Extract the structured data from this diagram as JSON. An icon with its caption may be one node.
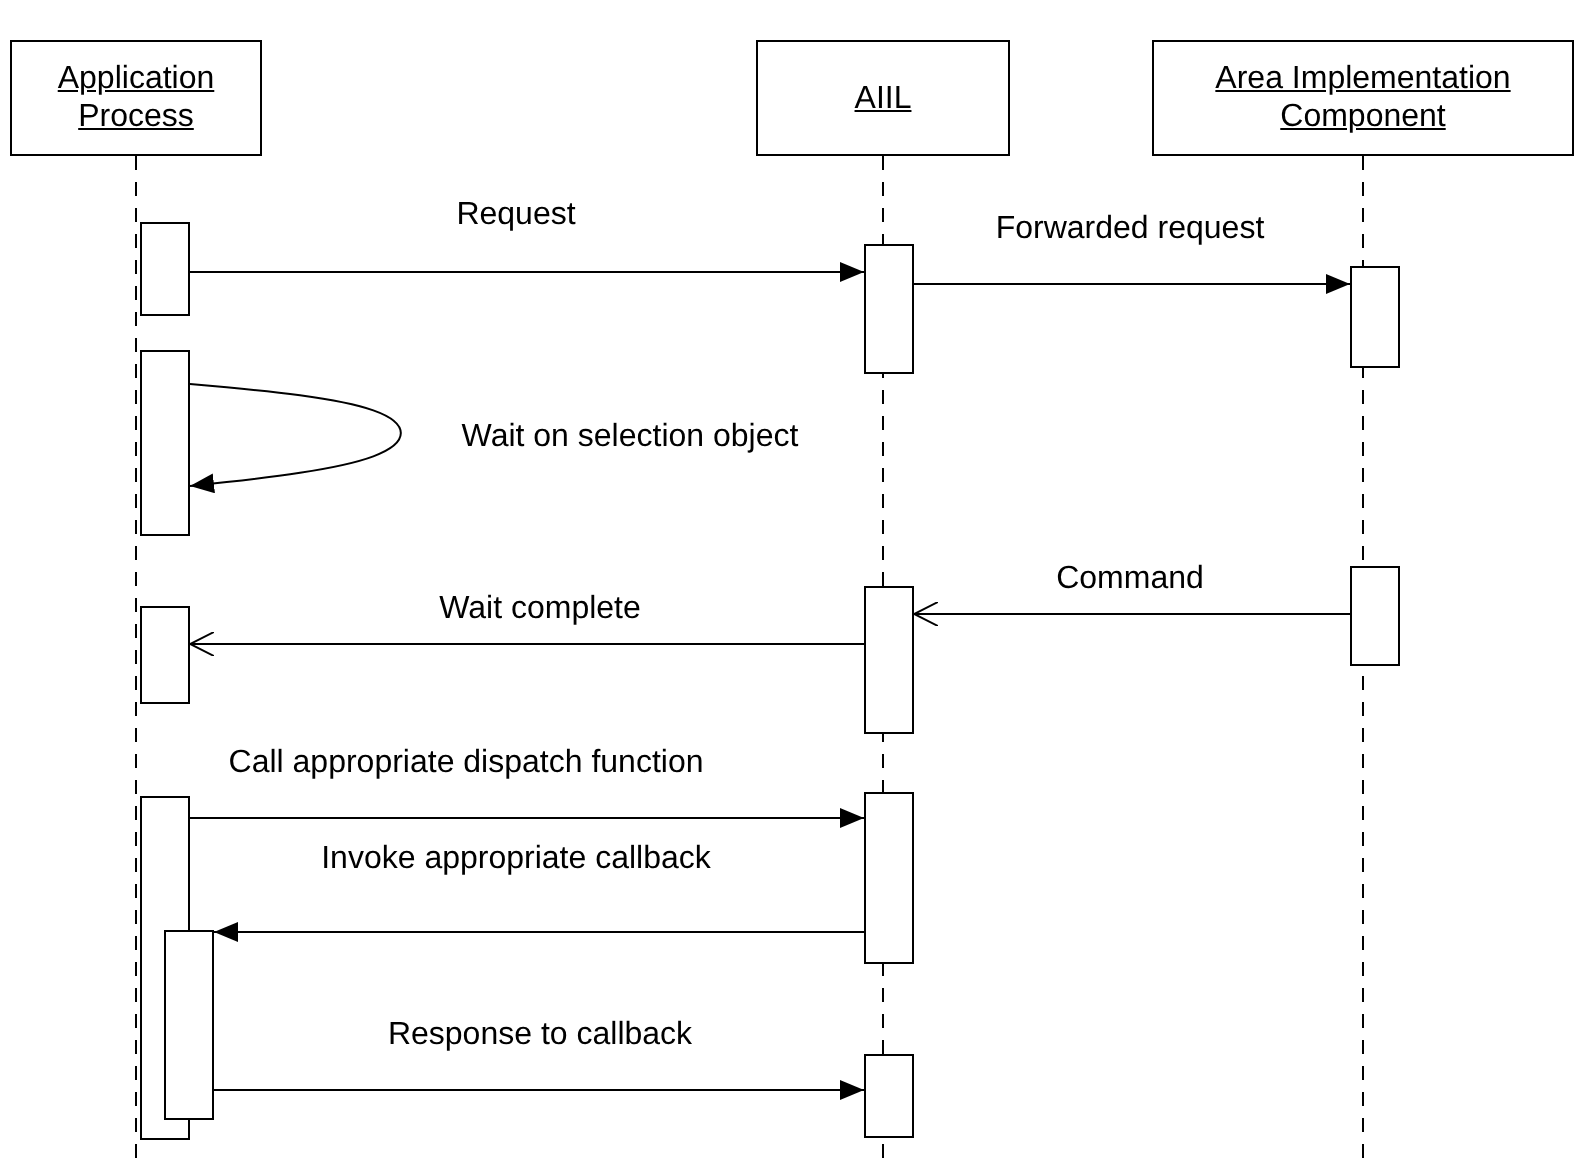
{
  "diagram": {
    "nodes": [
      {
        "text": [
          "Application Process"
        ]
      },
      {
        "text": [
          "AIIL"
        ]
      },
      {
        "text": [
          "Area Implementation Component"
        ]
      },
      {
        "text": [],
        "shape": "bar"
      },
      {
        "text": [],
        "shape": "bar"
      },
      {
        "text": [],
        "shape": "bar"
      },
      {
        "text": [],
        "shape": "bar"
      },
      {
        "text": [],
        "shape": "bar"
      },
      {
        "text": [],
        "shape": "bar"
      },
      {
        "text": [],
        "shape": "bar"
      },
      {
        "text": [],
        "shape": "bar"
      },
      {
        "text": [],
        "shape": "bar"
      },
      {
        "text": [],
        "shape": "bar"
      },
      {
        "text": [],
        "shape": "bar"
      }
    ],
    "edges": [
      {
        "from": 0,
        "to": null,
        "arrow": "none",
        "style": "dashed"
      },
      {
        "from": 1,
        "to": null,
        "arrow": "none",
        "style": "dashed"
      },
      {
        "from": 2,
        "to": null,
        "arrow": "none",
        "style": "dashed"
      },
      {
        "from": 3,
        "to": 4,
        "arrow": "to",
        "label": "Request"
      },
      {
        "from": 4,
        "to": 5,
        "arrow": "to",
        "label": "Forwarded request"
      },
      {
        "from": 6,
        "to": 6,
        "arrow": "to",
        "label": "Wait on selection object"
      },
      {
        "from": 7,
        "to": 8,
        "arrow": "to",
        "label": "Command"
      },
      {
        "from": 8,
        "to": 9,
        "arrow": "to",
        "label": "Wait complete"
      },
      {
        "from": 11,
        "to": 10,
        "arrow": "to",
        "label": "Call appropriate dispatch function"
      },
      {
        "from": 10,
        "to": 12,
        "arrow": "to",
        "label": "Invoke appropriate callback"
      },
      {
        "from": 12,
        "to": 13,
        "arrow": "to",
        "label": "Response to callback"
      }
    ]
  }
}
